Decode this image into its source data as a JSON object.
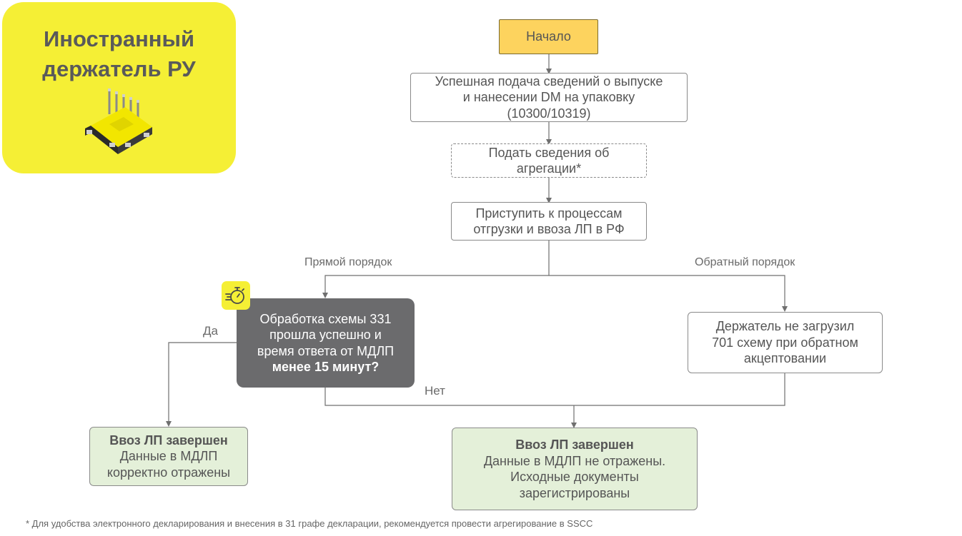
{
  "title": {
    "line1": "Иностранный",
    "line2": "держатель РУ",
    "icon": "microchip-icon"
  },
  "nodes": {
    "start": "Начало",
    "step1": [
      "Успешная подача сведений о выпуске",
      "и нанесении DM на упаковку",
      "(10300/10319)"
    ],
    "step2": [
      "Подать сведения об",
      "агрегации*"
    ],
    "step3": [
      "Приступить к процессам",
      "отгрузки и ввоза ЛП в РФ"
    ],
    "decision": [
      "Обработка схемы 331",
      "прошла успешно и",
      "время ответа от МДЛП"
    ],
    "decision_bold": "менее 15 минут?",
    "holder": [
      "Держатель не загрузил",
      "701 схему при обратном",
      "акцептовании"
    ],
    "result_ok": {
      "title": "Ввоз ЛП завершен",
      "lines": [
        "Данные в МДЛП",
        "корректно отражены"
      ]
    },
    "result_fail": {
      "title": "Ввоз ЛП завершен",
      "lines": [
        "Данные в МДЛП не отражены.",
        "Исходные документы",
        "зарегистрированы"
      ]
    }
  },
  "edge_labels": {
    "direct": "Прямой порядок",
    "reverse": "Обратный порядок",
    "yes": "Да",
    "no": "Нет"
  },
  "timer_icon": "stopwatch-icon",
  "footnote": "* Для удобства электронного декларирования и внесения в 31 графе декларации, рекомендуется провести агрегирование в SSCC",
  "colors": {
    "title_bg": "#f5ef35",
    "start_bg": "#fdd35e",
    "decision_bg": "#6b6b6d",
    "result_bg": "#e4f0d9",
    "line": "#6f6f6f"
  }
}
